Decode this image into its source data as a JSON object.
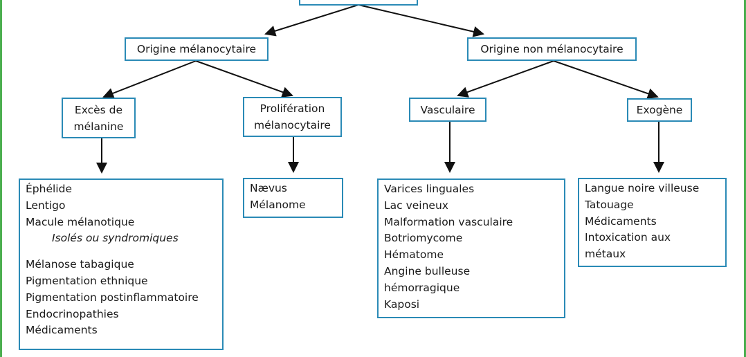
{
  "root": {
    "label": ""
  },
  "level1": {
    "left": "Origine mélanocytaire",
    "right": "Origine non mélanocytaire"
  },
  "level2": {
    "exces": [
      "Excès de",
      "mélanine"
    ],
    "proliferation": [
      "Prolifération",
      "mélanocytaire"
    ],
    "vasculaire": "Vasculaire",
    "exogene": "Exogène"
  },
  "lists": {
    "exces_a": [
      "Éphélide",
      "Lentigo",
      "Macule mélanotique"
    ],
    "exces_note": "Isolés ou syndromiques",
    "exces_b": [
      "Mélanose tabagique",
      "Pigmentation ethnique",
      "Pigmentation postinflammatoire",
      "Endocrinopathies",
      "Médicaments"
    ],
    "proliferation": [
      "Nævus",
      "Mélanome"
    ],
    "vasculaire": [
      "Varices linguales",
      "Lac veineux",
      "Malformation vasculaire",
      "Botriomycome",
      "Hématome",
      "Angine bulleuse",
      "hémorragique",
      "Kaposi"
    ],
    "exogene": [
      "Langue noire villeuse",
      "Tatouage",
      "Médicaments",
      "Intoxication aux",
      "métaux"
    ]
  },
  "colors": {
    "box_border": "#2a8ab6",
    "frame": "#4caf50",
    "line": "#111111"
  }
}
